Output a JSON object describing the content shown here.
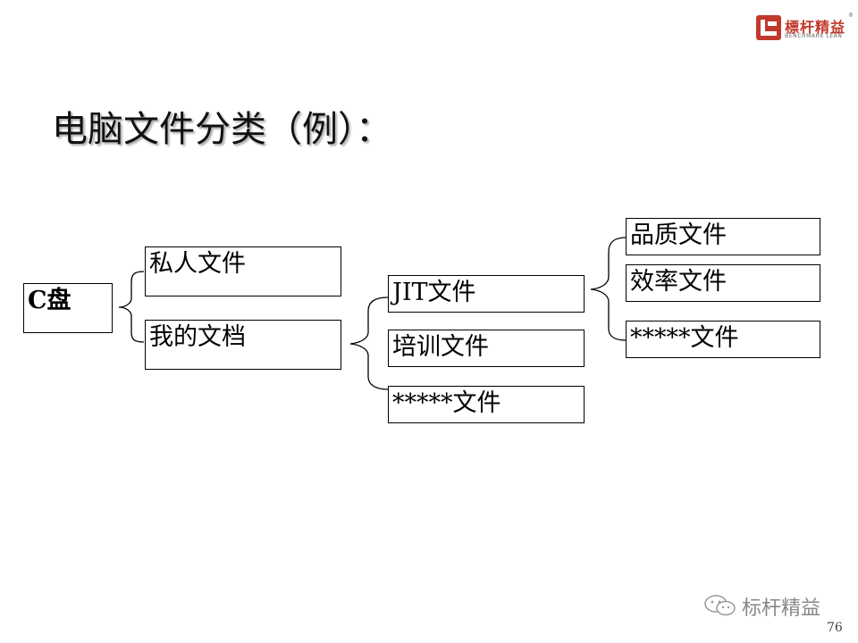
{
  "logo": {
    "name_cn": "標杆精益",
    "name_en": "BENCHMARK LEAN",
    "reg_mark": "®",
    "brand_color": "#c0392b"
  },
  "title": "电脑文件分类（例）：",
  "tree": {
    "root": "C盘",
    "level1": [
      "私人文件",
      "我的文档"
    ],
    "level2": [
      "JIT文件",
      "培训文件",
      "*****文件"
    ],
    "level3": [
      "品质文件",
      "效率文件",
      "*****文件"
    ]
  },
  "watermark": {
    "text": "标杆精益",
    "icon": "wechat-icon"
  },
  "page_number": "76"
}
